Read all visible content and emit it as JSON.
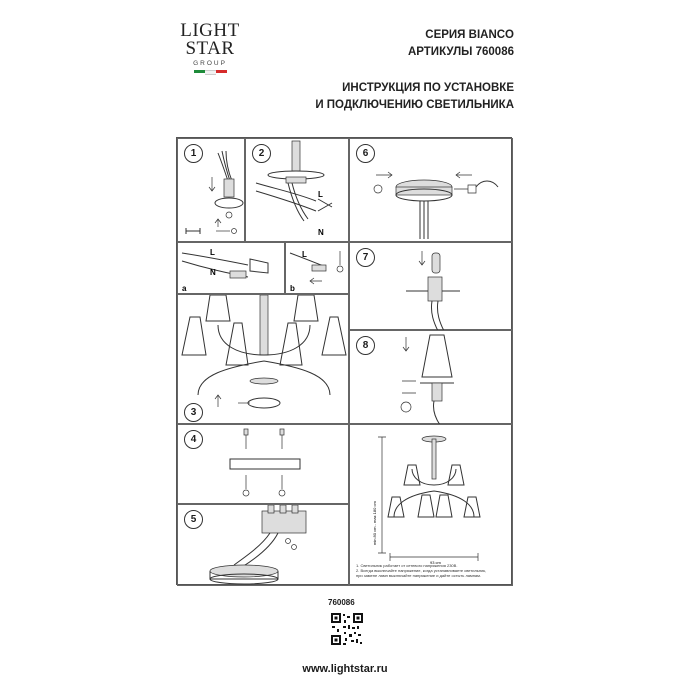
{
  "logo": {
    "line1": "LIGHT",
    "line2": "STAR",
    "line3": "GROUP",
    "flag": [
      "#1e8b3a",
      "#f2f2f2",
      "#d62b2b"
    ]
  },
  "header": {
    "series": "СЕРИЯ BIANCO",
    "article": "АРТИКУЛЫ 760086",
    "title_line1": "ИНСТРУКЦИЯ ПО УСТАНОВКЕ",
    "title_line2": "И ПОДКЛЮЧЕНИЮ СВЕТИЛЬНИКА"
  },
  "steps": {
    "s1": "1",
    "s2": "2",
    "s3": "3",
    "s4": "4",
    "s5": "5",
    "s6": "6",
    "s7": "7",
    "s8": "8"
  },
  "wiring": {
    "L": "L",
    "N": "N",
    "a": "a",
    "b": "b"
  },
  "dimensions": {
    "height": "min 80 cm - max 180 cm",
    "width": "93 cm"
  },
  "notes": {
    "n1": "1. Светильник работает от сетевого напряжения 230В.",
    "n2": "2. Всегда выключайте напряжение, когда устанавливаете светильник,",
    "n3": "при замене ламп выключайте напряжение и дайте остыть лампам."
  },
  "footer": {
    "article_number": "760086",
    "website": "www.lightstar.ru"
  }
}
